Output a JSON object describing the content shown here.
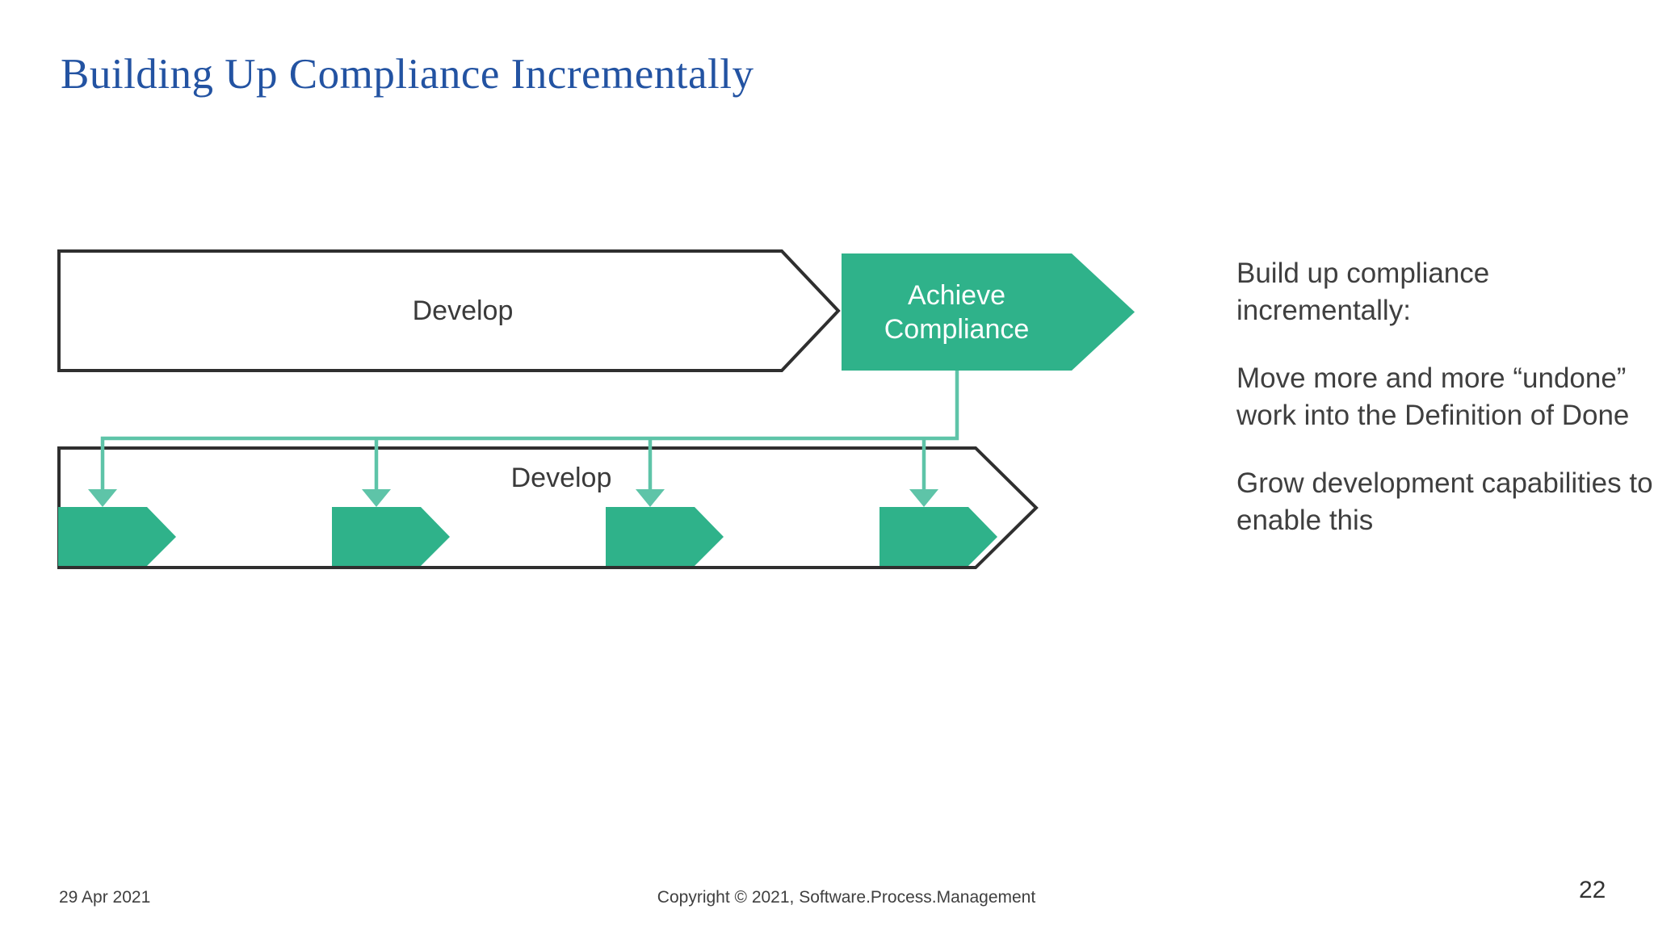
{
  "slide": {
    "title": "Building Up Compliance Incrementally",
    "footer": {
      "date": "29 Apr 2021",
      "copyright": "Copyright © 2021, Software.Process.Management",
      "page_number": "22"
    },
    "colors": {
      "title_blue": "#2353a2",
      "shape_green": "#2fb28a",
      "connector_teal": "#5ec4a8",
      "outline_dark": "#2f2f2f",
      "shape_fill_white": "#ffffff"
    }
  },
  "diagram": {
    "top_arrow_label": "Develop",
    "achieve_arrow_label": "Achieve Compliance",
    "bottom_arrow_label": "Develop",
    "small_increment_arrows": 4
  },
  "side_text": {
    "para1": "Build up compliance incrementally:",
    "para2": "Move more and more “undone” work into the Definition of Done",
    "para3": "Grow development capabilities to enable this"
  }
}
